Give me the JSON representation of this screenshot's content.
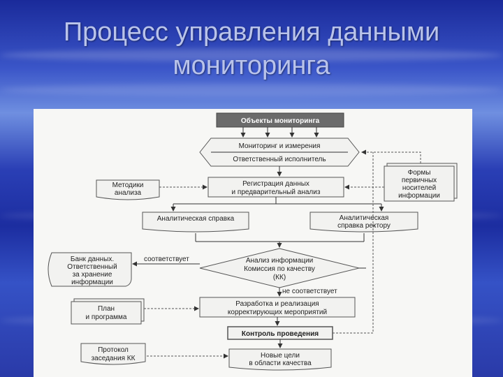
{
  "slide": {
    "title_line1": "Процесс управления данными",
    "title_line2": "мониторинга"
  },
  "diagram": {
    "objects": "Объекты мониторинга",
    "monitoring": "Мониторинг и измерения",
    "responsible": "Ответственный исполнитель",
    "registration_line1": "Регистрация данных",
    "registration_line2": "и предварительный анализ",
    "methods_line1": "Методики",
    "methods_line2": "анализа",
    "forms_line1": "Формы",
    "forms_line2": "первичных",
    "forms_line3": "носителей",
    "forms_line4": "информации",
    "analytic_ref": "Аналитическая справка",
    "analytic_ref_rector_line1": "Аналитическая",
    "analytic_ref_rector_line2": "справка ректору",
    "databank_line1": "Банк данных.",
    "databank_line2": "Ответственный",
    "databank_line3": "за хранение",
    "databank_line4": "информации",
    "corresponds": "соответствует",
    "analysis_line1": "Анализ информации",
    "analysis_line2": "Комиссия по качеству",
    "analysis_line3": "(КК)",
    "not_corresponds": "не соответствует",
    "plan_line1": "План",
    "plan_line2": "и программа",
    "corrective_line1": "Разработка и реализация",
    "corrective_line2": "корректирующих мероприятий",
    "control": "Контроль проведения",
    "protocol_line1": "Протокол",
    "protocol_line2": "заседания КК",
    "new_goals_line1": "Новые цели",
    "new_goals_line2": "в области качества"
  },
  "colors": {
    "background": "#2a3fb5",
    "panel": "#f7f7f5",
    "dark_box": "#6b6b6b"
  }
}
